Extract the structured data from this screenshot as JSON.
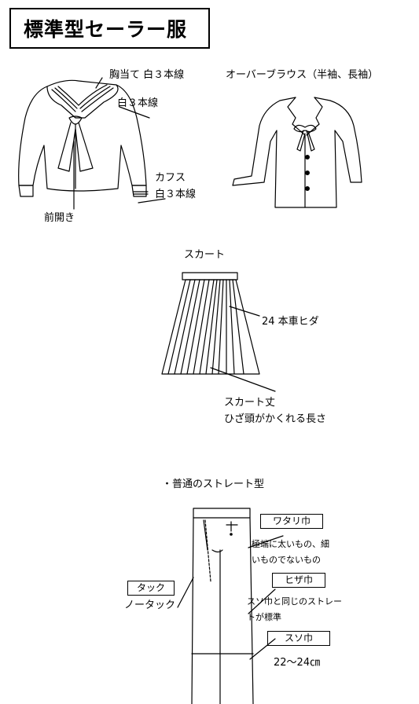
{
  "title": "標準型セーラー服",
  "sailor": {
    "collar_label": "胸当て 白３本線",
    "line_label": "白３本線",
    "cuffs_label": "カフス",
    "cuffs_line_label": "白３本線",
    "front_label": "前開き"
  },
  "blouse": {
    "label": "オーバーブラウス（半袖、長袖）"
  },
  "skirt": {
    "title": "スカート",
    "pleats_label": "24 本車ヒダ",
    "length_label": "スカート丈",
    "length_desc": "ひざ頭がかくれる長さ"
  },
  "pants": {
    "title": "・普通のストレート型",
    "watari_label": "ワタリ巾",
    "watari_desc_1": "極端に太いもの、細",
    "watari_desc_2": "いものでないもの",
    "tuck_label": "タック",
    "tuck_desc": "ノータック",
    "hiza_label": "ヒザ巾",
    "hiza_desc_1": "スソ巾と同じのストレー",
    "hiza_desc_2": "トが標準",
    "suso_label": "スソ巾",
    "suso_value": "22～24㎝"
  }
}
